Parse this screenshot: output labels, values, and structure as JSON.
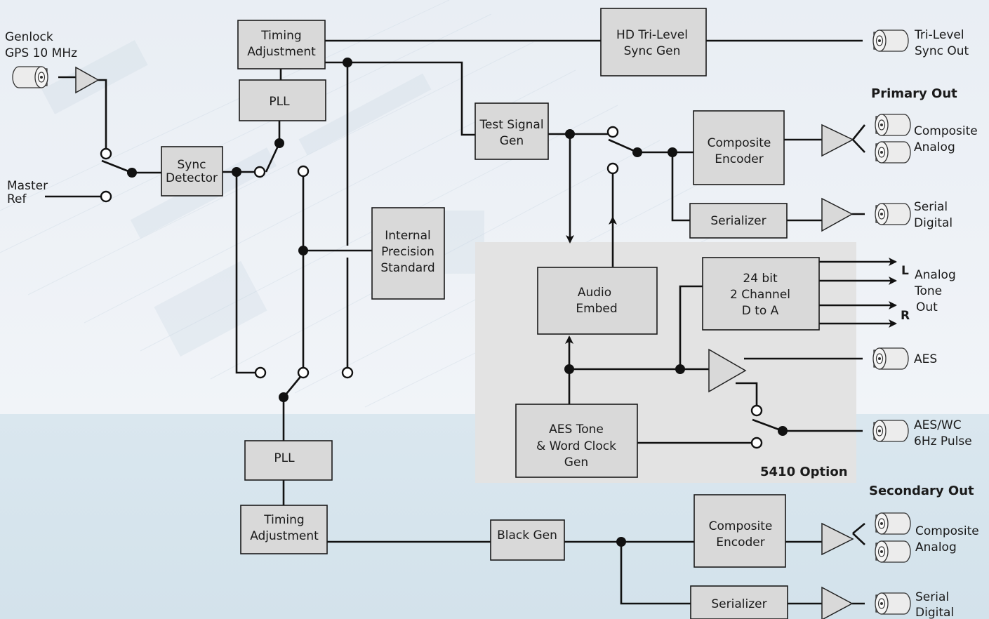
{
  "blocks": {
    "timing_top": [
      "Timing",
      "Adjustment"
    ],
    "pll_top": [
      "PLL"
    ],
    "sync_detector": [
      "Sync",
      "Detector"
    ],
    "internal_precision": [
      "Internal",
      "Precision",
      "Standard"
    ],
    "hd_trilevel": [
      "HD Tri-Level",
      "Sync Gen"
    ],
    "test_signal": [
      "Test Signal",
      "Gen"
    ],
    "composite_encoder_primary": [
      "Composite",
      "Encoder"
    ],
    "serializer_primary": [
      "Serializer"
    ],
    "audio_embed": [
      "Audio",
      "Embed"
    ],
    "dac": [
      "24 bit",
      "2 Channel",
      "D to A"
    ],
    "aes_tone": [
      "AES Tone",
      "& Word Clock",
      "Gen"
    ],
    "pll_bottom": [
      "PLL"
    ],
    "timing_bottom": [
      "Timing",
      "Adjustment"
    ],
    "black_gen": [
      "Black Gen"
    ],
    "composite_encoder_secondary": [
      "Composite",
      "Encoder"
    ],
    "serializer_secondary": [
      "Serializer"
    ]
  },
  "inputs": {
    "genlock": [
      "Genlock",
      "GPS 10 MHz"
    ],
    "master_ref": [
      "Master",
      "Ref"
    ]
  },
  "outputs": {
    "trilevel": [
      "Tri-Level",
      "Sync Out"
    ],
    "composite_primary": [
      "Composite",
      "Analog"
    ],
    "serial_primary": [
      "Serial",
      "Digital"
    ],
    "analog_tone": [
      "Analog",
      "Tone",
      "Out"
    ],
    "aes": [
      "AES"
    ],
    "aes_wc": [
      "AES/WC",
      "6Hz Pulse"
    ],
    "composite_secondary": [
      "Composite",
      "Analog"
    ],
    "serial_secondary": [
      "Serial",
      "Digital"
    ]
  },
  "channel_labels": {
    "left": "L",
    "right": "R"
  },
  "headings": {
    "primary_out": "Primary Out",
    "secondary_out": "Secondary Out",
    "option": "5410 Option"
  },
  "colors": {
    "block_fill": "#d9d9d9",
    "option_area": "#e3e3e3",
    "background_upper": "#eef2f6",
    "background_lower": "#d5e3ec",
    "wire": "#111111"
  }
}
